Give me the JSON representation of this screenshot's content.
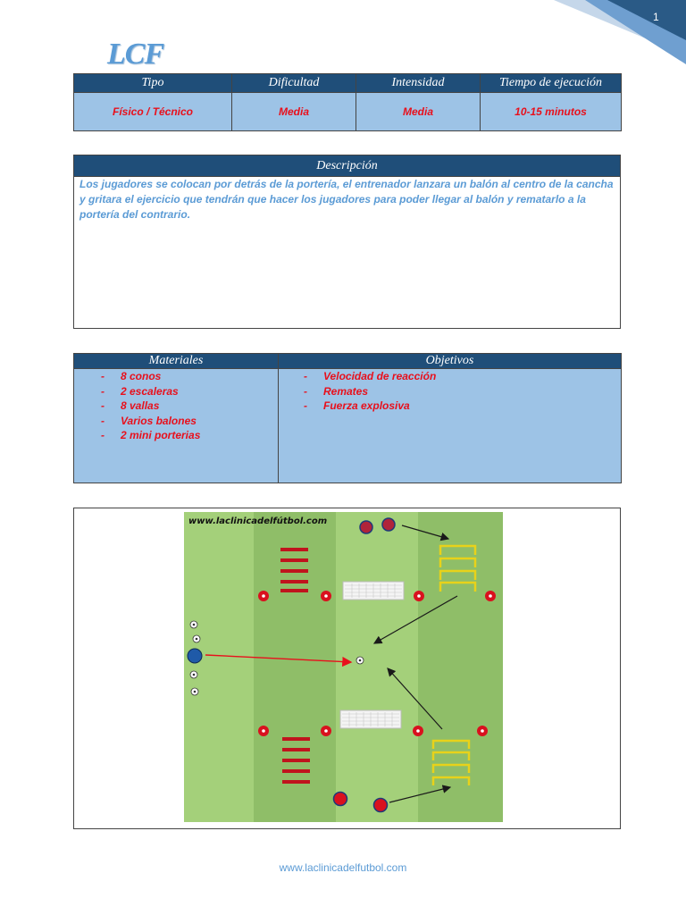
{
  "page": {
    "number": "1",
    "logo": "LCF"
  },
  "summary": {
    "headers": [
      "Tipo",
      "Dificultad",
      "Intensidad",
      "Tiempo de ejecución"
    ],
    "values": [
      "Físico / Técnico",
      "Media",
      "Media",
      "10-15 minutos"
    ]
  },
  "description": {
    "header": "Descripción",
    "text": "Los jugadores se colocan por detrás de la portería, el entrenador lanzara un balón al centro de la cancha y gritara el ejercicio que tendrán que hacer los jugadores para poder llegar al balón y rematarlo a la portería del contrario."
  },
  "materials": {
    "header": "Materiales",
    "items": [
      "8 conos",
      "2 escaleras",
      "8 vallas",
      "Varios balones",
      "2 mini porterias"
    ]
  },
  "objectives": {
    "header": "Objetivos",
    "items": [
      "Velocidad de reacción",
      "Remates",
      "Fuerza explosiva"
    ]
  },
  "diagram": {
    "watermark": "www.laclinicadelfútbol.com",
    "colors": {
      "grass_light": "#a4d07a",
      "grass_dark": "#94c36a",
      "cone": "#d9111e",
      "player_red": "#d9111e",
      "player_blue": "#1f5aa8",
      "hurdle": "#e8d21a",
      "ladder": "#c0141d",
      "arrow": "#1a1a1a",
      "pass_arrow": "#e8101c"
    }
  },
  "footer": {
    "url": "www.laclinicadelfutbol.com"
  }
}
